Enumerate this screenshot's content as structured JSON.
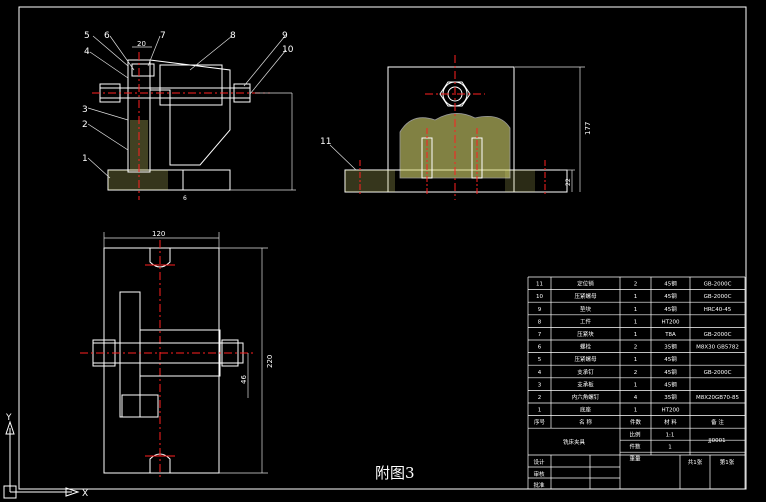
{
  "drawing": {
    "caption": "附图3",
    "part_numbers": [
      "5",
      "6",
      "7",
      "8",
      "9",
      "10",
      "4",
      "3",
      "2",
      "1",
      "11"
    ],
    "dims": {
      "top_20": "20",
      "width_120": "120",
      "height_220": "220",
      "dim_46": "46",
      "dim_177": "177",
      "dim_22": "22",
      "small": "6"
    },
    "axis": {
      "x": "X",
      "y": "Y"
    }
  },
  "title_block": {
    "rows": [
      {
        "no": "11",
        "name": "定位销",
        "qty": "2",
        "mat": "45钢",
        "note": "GB-2000C"
      },
      {
        "no": "10",
        "name": "压紧螺母",
        "qty": "1",
        "mat": "45钢",
        "note": "GB-2000C"
      },
      {
        "no": "9",
        "name": "垫块",
        "qty": "1",
        "mat": "45钢",
        "note": "HRC40-45"
      },
      {
        "no": "8",
        "name": "工件",
        "qty": "1",
        "mat": "HT200",
        "note": ""
      },
      {
        "no": "7",
        "name": "压紧块",
        "qty": "1",
        "mat": "T8A",
        "note": "GB-2000C"
      },
      {
        "no": "6",
        "name": "螺栓",
        "qty": "2",
        "mat": "35钢",
        "note": "M8X30 GB5782"
      },
      {
        "no": "5",
        "name": "压紧螺母",
        "qty": "1",
        "mat": "45钢",
        "note": ""
      },
      {
        "no": "4",
        "name": "支承钉",
        "qty": "2",
        "mat": "45钢",
        "note": "GB-2000C"
      },
      {
        "no": "3",
        "name": "支承板",
        "qty": "1",
        "mat": "45钢",
        "note": ""
      },
      {
        "no": "2",
        "name": "内六角螺钉",
        "qty": "4",
        "mat": "35钢",
        "note": "M8X20GB70-85"
      },
      {
        "no": "1",
        "name": "底座",
        "qty": "1",
        "mat": "HT200",
        "note": ""
      }
    ],
    "header": {
      "no": "序号",
      "name": "名 称",
      "qty": "件数",
      "mat": "材 料",
      "note": "备 注"
    },
    "assembly_name": "铣床夹具",
    "scale_label": "比例",
    "scale_value": "1:1",
    "count_label": "件数",
    "count_value": "1",
    "weight_label": "重量",
    "code": "JJ0001",
    "sheet": "共1张",
    "sheet_no": "第1张",
    "designer": "设计",
    "checker": "审核",
    "approver": "批准"
  }
}
